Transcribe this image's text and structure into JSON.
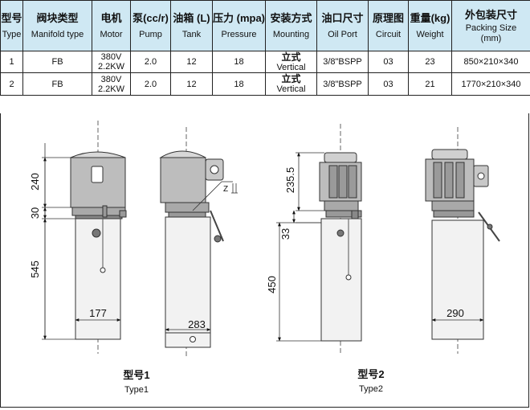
{
  "table": {
    "headers": [
      {
        "cn": "型号",
        "en": "Type"
      },
      {
        "cn": "阀块类型",
        "en": "Manifold type"
      },
      {
        "cn": "电机",
        "en": "Motor"
      },
      {
        "cn": "泵(cc/r)",
        "en": "Pump"
      },
      {
        "cn": "油箱 (L)",
        "en": "Tank"
      },
      {
        "cn": "压力 (mpa)",
        "en": "Pressure"
      },
      {
        "cn": "安装方式",
        "en": "Mounting"
      },
      {
        "cn": "油口尺寸",
        "en": "Oil Port"
      },
      {
        "cn": "原理图",
        "en": "Circuit"
      },
      {
        "cn": "重量(kg)",
        "en": "Weight"
      },
      {
        "cn": "外包装尺寸",
        "en": "Packing Size",
        "unit": "(mm)"
      }
    ],
    "rows": [
      {
        "type": "1",
        "manifold": "FB",
        "motor_v": "380V",
        "motor_kw": "2.2KW",
        "pump": "2.0",
        "tank": "12",
        "pressure": "18",
        "mount_cn": "立式",
        "mount_en": "Vertical",
        "port": "3/8\"BSPP",
        "circuit": "03",
        "weight": "23",
        "packing": "850×210×340"
      },
      {
        "type": "2",
        "manifold": "FB",
        "motor_v": "380V",
        "motor_kw": "2.2KW",
        "pump": "2.0",
        "tank": "12",
        "pressure": "18",
        "mount_cn": "立式",
        "mount_en": "Vertical",
        "port": "3/8\"BSPP",
        "circuit": "03",
        "weight": "21",
        "packing": "1770×210×340"
      }
    ]
  },
  "drawing": {
    "type1": {
      "cn": "型号1",
      "en": "Type1",
      "dims": {
        "motor_h": "240",
        "collar_h": "30",
        "tank_h": "545",
        "width_front": "177",
        "width_side": "283"
      }
    },
    "type2": {
      "cn": "型号2",
      "en": "Type2",
      "dims": {
        "motor_h": "235.5",
        "collar_h": "33",
        "tank_h": "450",
        "width_side": "290"
      }
    },
    "port_label": "Z"
  }
}
